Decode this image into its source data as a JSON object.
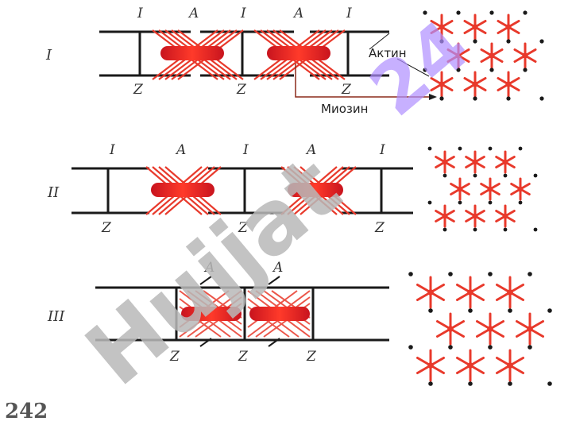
{
  "rows": [
    {
      "roman": "I",
      "top_labels": [
        "I",
        "A",
        "I",
        "A",
        "I"
      ],
      "bottom_labels": [
        "Z",
        "Z",
        "Z"
      ]
    },
    {
      "roman": "II",
      "top_labels": [
        "I",
        "A",
        "I",
        "A",
        "I"
      ],
      "bottom_labels": [
        "Z",
        "Z",
        "Z"
      ]
    },
    {
      "roman": "III",
      "top_labels": [
        "A",
        "A"
      ],
      "bottom_labels": [
        "Z",
        "Z",
        "Z"
      ]
    }
  ],
  "callouts": {
    "actin": "Актин",
    "myosin": "Миозин"
  },
  "page_number": "242",
  "watermark": {
    "main": "Hujjat",
    "suffix": "24"
  },
  "colors": {
    "myosin": "#e8392b",
    "actin": "#1a1a1a",
    "arrow": "#8b2a1a"
  }
}
